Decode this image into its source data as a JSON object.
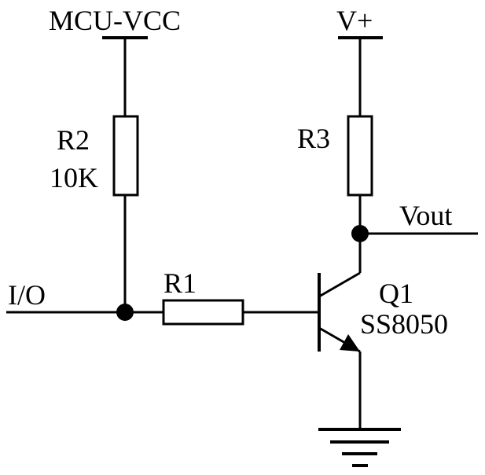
{
  "colors": {
    "line": "#000000",
    "background": "#ffffff"
  },
  "rails": {
    "mcu_vcc": "MCU-VCC",
    "v_plus": "V+"
  },
  "components": {
    "r1": {
      "ref": "R1"
    },
    "r2": {
      "ref": "R2",
      "value": "10K"
    },
    "r3": {
      "ref": "R3"
    },
    "q1": {
      "ref": "Q1",
      "part": "SS8050"
    }
  },
  "nets": {
    "input": "I/O",
    "output": "Vout"
  }
}
